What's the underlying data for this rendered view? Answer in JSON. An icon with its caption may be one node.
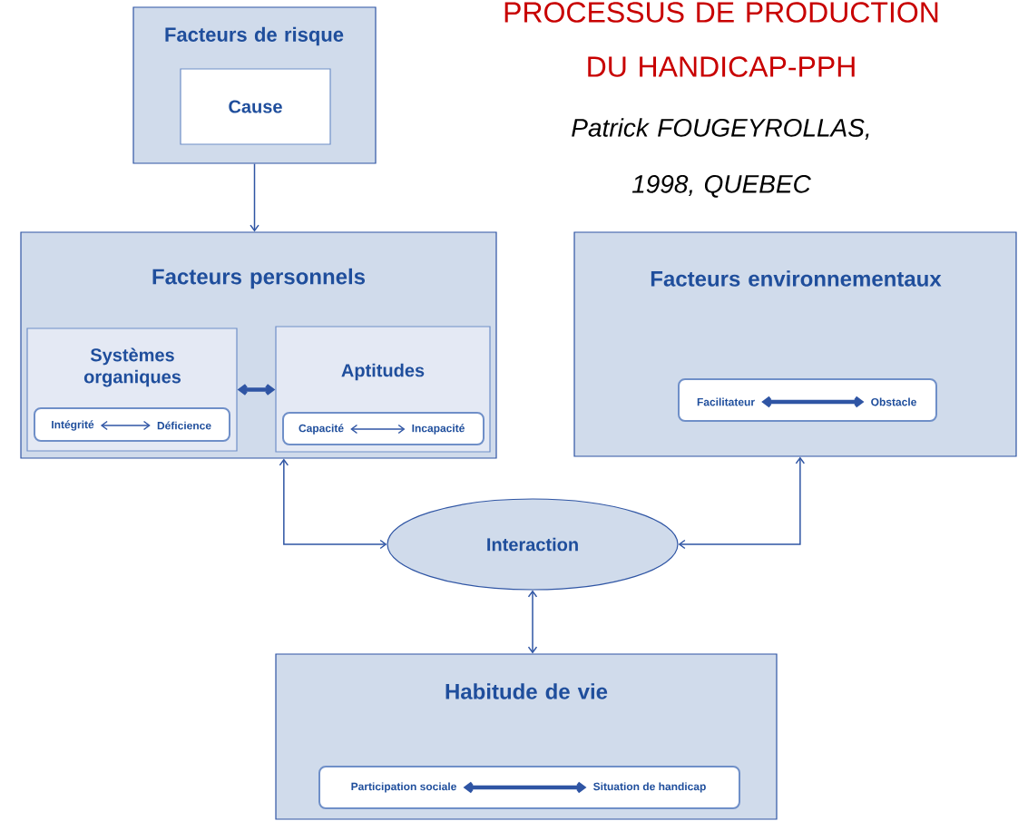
{
  "diagram": {
    "title": "PROCESSUS DE PRODUCTION DU HANDICAP-PPH",
    "nodes": [
      {
        "text": [
          "Facteurs de risque"
        ]
      },
      {
        "text": [
          "Cause"
        ],
        "in": 0
      },
      {
        "text": [
          "Facteurs personnels"
        ]
      },
      {
        "text": [
          "Systèmes organiques"
        ],
        "in": 2
      },
      {
        "text": [],
        "shape": "box",
        "in": 3
      },
      {
        "text": [
          "Intégrité"
        ],
        "in": 4
      },
      {
        "text": [
          "Déficience"
        ],
        "in": 4
      },
      {
        "text": [
          "Aptitudes"
        ],
        "in": 2
      },
      {
        "text": [],
        "shape": "box",
        "in": 7
      },
      {
        "text": [
          "Capacité"
        ],
        "in": 8
      },
      {
        "text": [
          "Incapacité"
        ],
        "in": 8
      },
      {
        "text": [
          "Facteurs environnementaux"
        ]
      },
      {
        "text": [],
        "shape": "box",
        "in": 11
      },
      {
        "text": [
          "Facilitateur"
        ],
        "in": 12
      },
      {
        "text": [
          "Obstacle"
        ],
        "in": 12
      },
      {
        "text": [
          "Interaction"
        ]
      },
      {
        "text": [
          "Habitude de vie"
        ]
      },
      {
        "text": [],
        "shape": "box",
        "in": 16
      },
      {
        "text": [
          "Participation sociale"
        ],
        "in": 17
      },
      {
        "text": [
          "Situation de handicap"
        ],
        "in": 17
      }
    ],
    "edges": [
      {
        "from": 0,
        "to": 2,
        "arrow": "to"
      },
      {
        "from": 3,
        "to": 7,
        "arrow": "both",
        "style": "thick"
      },
      {
        "from": 5,
        "to": 6,
        "arrow": "both"
      },
      {
        "from": 9,
        "to": 10,
        "arrow": "both"
      },
      {
        "from": 13,
        "to": 14,
        "arrow": "both",
        "style": "thick"
      },
      {
        "from": 2,
        "to": 15,
        "arrow": "both"
      },
      {
        "from": 11,
        "to": 15,
        "arrow": "both"
      },
      {
        "from": 15,
        "to": 16,
        "arrow": "both"
      },
      {
        "from": 18,
        "to": 19,
        "arrow": "both",
        "style": "thick"
      }
    ],
    "labels": [
      "Patrick FOUGEYROLLAS, 1998, QUEBEC"
    ]
  }
}
